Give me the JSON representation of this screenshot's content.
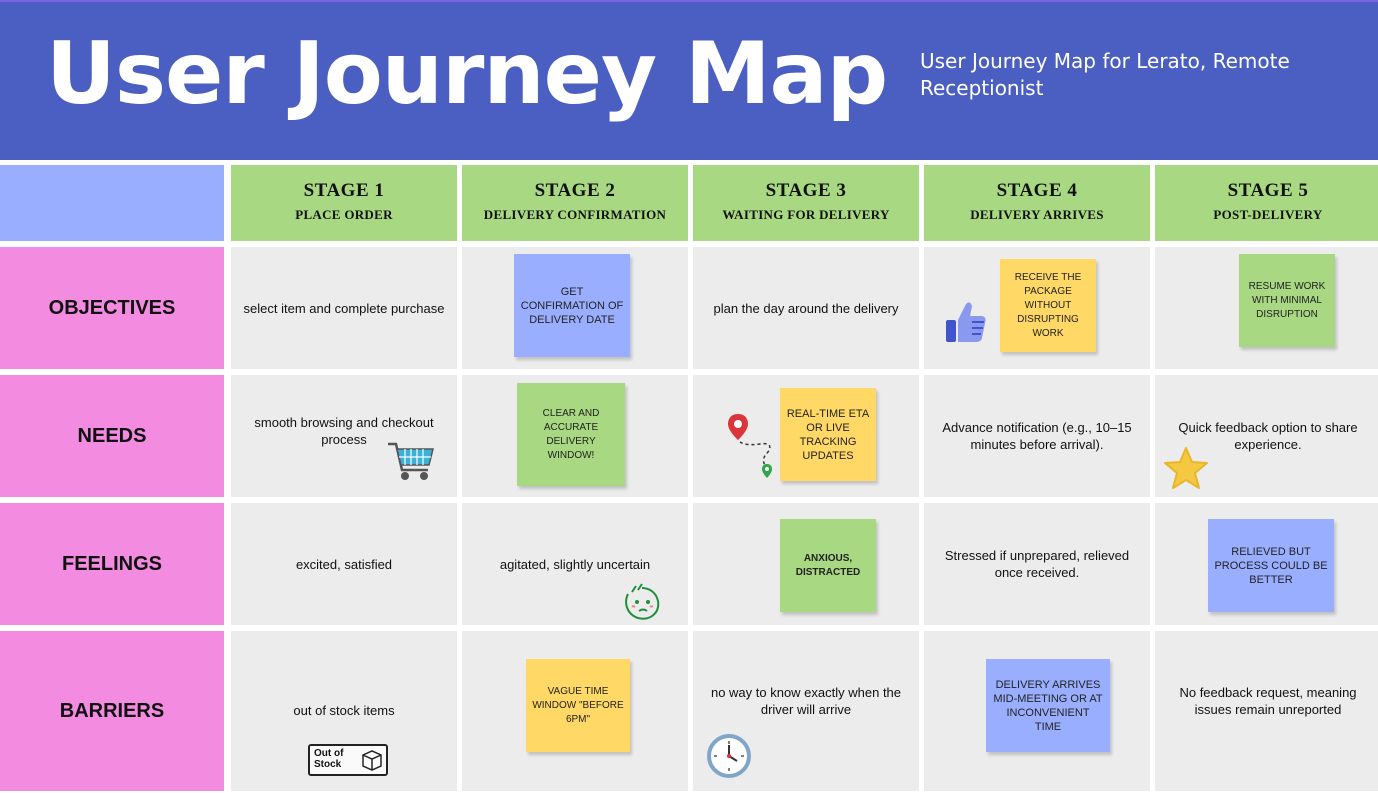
{
  "header": {
    "title": "User Journey Map",
    "subtitle": "User Journey Map for Lerato, Remote Receptionist"
  },
  "stages": [
    {
      "number": "STAGE 1",
      "name": "PLACE ORDER"
    },
    {
      "number": "STAGE 2",
      "name": "DELIVERY CONFIRMATION"
    },
    {
      "number": "STAGE 3",
      "name": "WAITING FOR DELIVERY"
    },
    {
      "number": "STAGE 4",
      "name": "DELIVERY ARRIVES"
    },
    {
      "number": "STAGE 5",
      "name": "POST-DELIVERY"
    }
  ],
  "rows": [
    {
      "label": "OBJECTIVES"
    },
    {
      "label": "NEEDS"
    },
    {
      "label": "FEELINGS"
    },
    {
      "label": "BARRIERS"
    }
  ],
  "cells": {
    "objectives": {
      "s1": "select item and complete purchase",
      "s2_note": "GET CONFIRMATION OF DELIVERY DATE",
      "s3": "plan the day around the delivery",
      "s4_note": "RECEIVE THE PACKAGE WITHOUT DISRUPTING WORK",
      "s5_note": "RESUME WORK WITH MINIMAL DISRUPTION"
    },
    "needs": {
      "s1": "smooth browsing and checkout process",
      "s2_note": "CLEAR AND ACCURATE DELIVERY WINDOW!",
      "s3_note": "REAL-TIME ETA OR LIVE TRACKING UPDATES",
      "s4": "Advance notification (e.g., 10–15 minutes before arrival).",
      "s5": "Quick feedback option to share experience."
    },
    "feelings": {
      "s1": "excited, satisfied",
      "s2": "agitated, slightly uncertain",
      "s3_note": "ANXIOUS, DISTRACTED",
      "s4": "Stressed if unprepared, relieved once received.",
      "s5_note": "RELIEVED BUT PROCESS COULD BE BETTER"
    },
    "barriers": {
      "s1": "out of stock items",
      "s1_badge_line1": "Out of",
      "s1_badge_line2": "Stock",
      "s2_note": "VAGUE TIME WINDOW \"BEFORE 6PM\"",
      "s3": "no way to know exactly when the driver will arrive",
      "s4_note": "DELIVERY ARRIVES MID-MEETING OR AT INCONVENIENT TIME",
      "s5": "No feedback request, meaning issues remain unreported"
    }
  },
  "colors": {
    "header": "#4a5fc1",
    "stage_header": "#a8d882",
    "row_label": "#f38be0",
    "corner": "#9aaeff",
    "cell": "#ececec",
    "note_yellow": "#ffd866",
    "note_green": "#a8d882",
    "note_blue": "#9aaeff"
  }
}
